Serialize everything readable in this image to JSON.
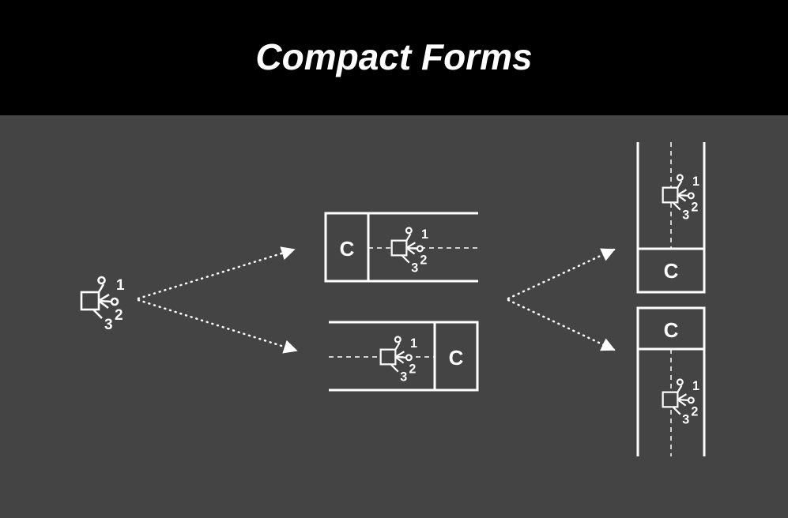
{
  "title": "Compact Forms",
  "glyph_labels": [
    "1",
    "2",
    "3"
  ],
  "container_label": "C",
  "colors": {
    "background": "#444444",
    "title_bar": "#000000",
    "stroke": "#ffffff"
  }
}
